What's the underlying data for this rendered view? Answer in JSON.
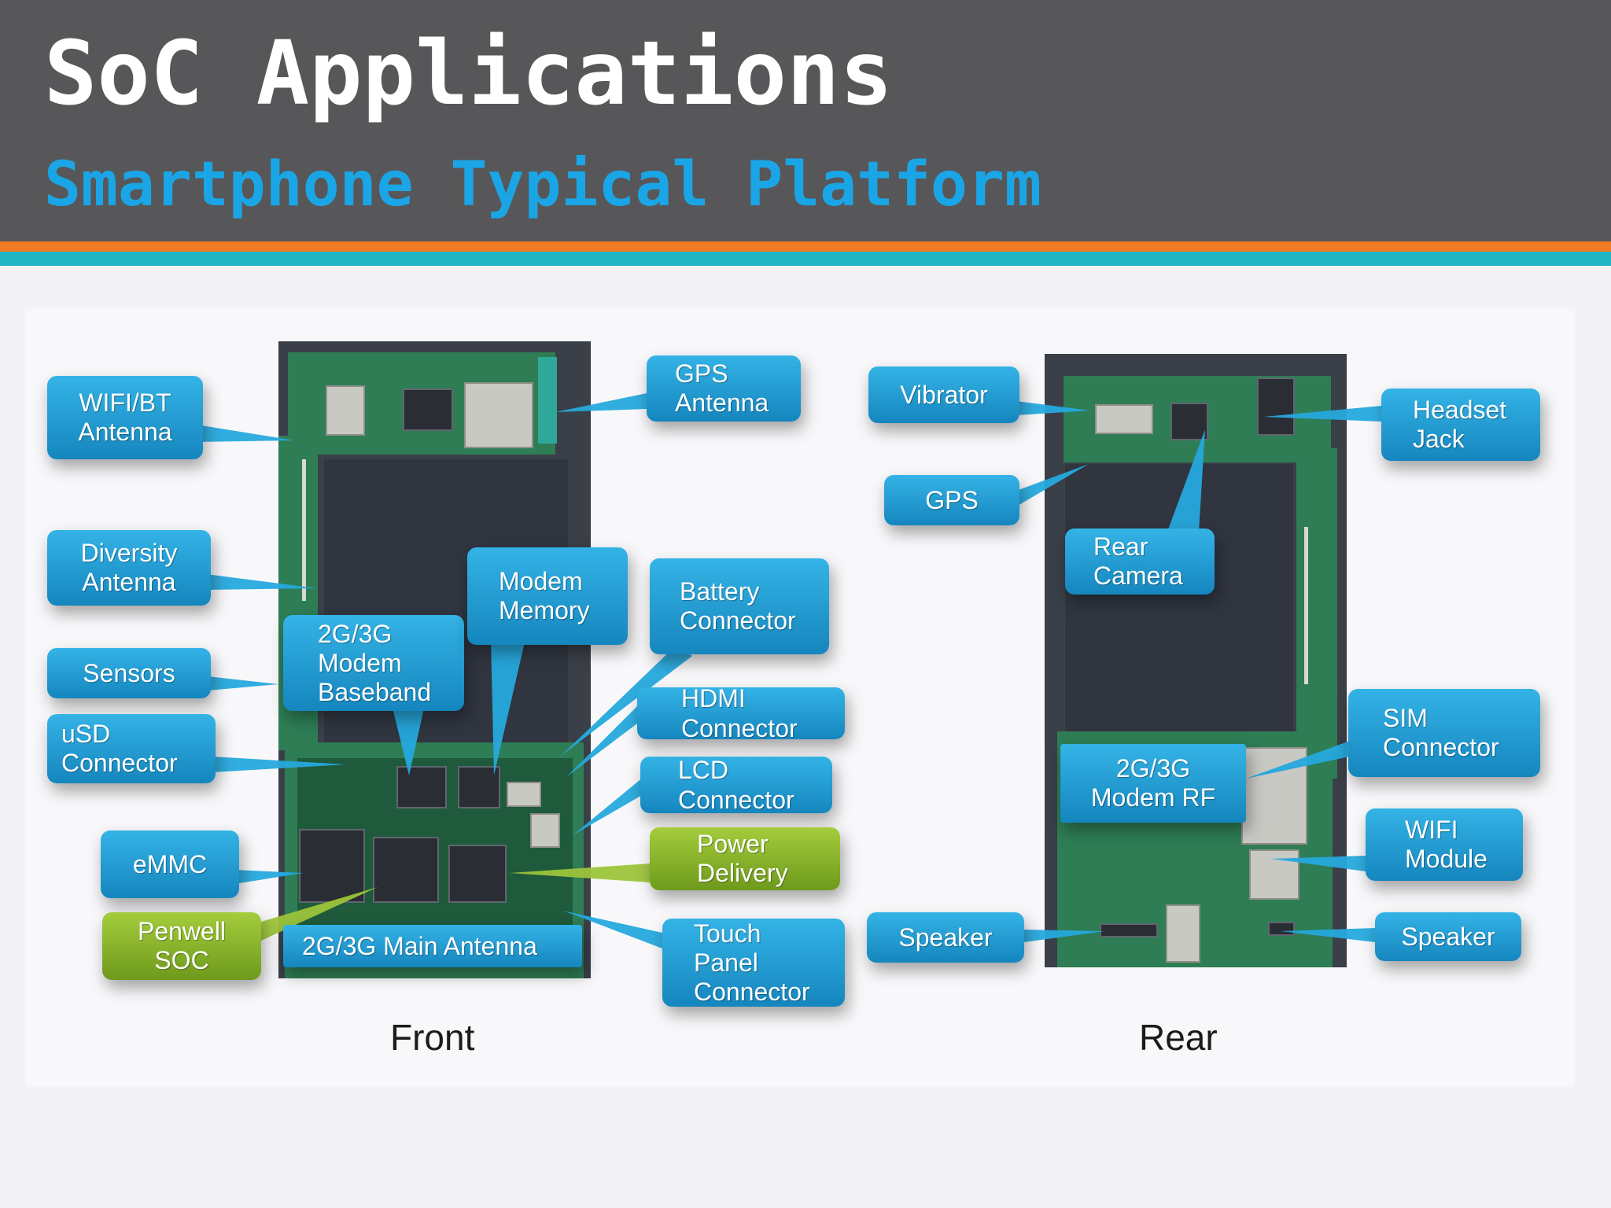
{
  "slide": {
    "title": "SoC Applications",
    "subtitle": "Smartphone Typical Platform"
  },
  "colors": {
    "header_bg": "#575759",
    "title": "#ffffff",
    "subtitle": "#1aa6e6",
    "stripe_orange": "#f07b22",
    "stripe_teal": "#23b7c6",
    "callout_blue": "#1f9fd6",
    "callout_green": "#8bb52b"
  },
  "front": {
    "caption": "Front",
    "labels": {
      "wifi_bt_antenna": "WIFI/BT\nAntenna",
      "diversity_antenna": "Diversity\nAntenna",
      "sensors": "Sensors",
      "usd_connector": "uSD\nConnector",
      "emmc": "eMMC",
      "penwell_soc": "Penwell\nSOC",
      "modem_baseband": "2G/3G\nModem\nBaseband",
      "modem_memory": "Modem\nMemory",
      "main_antenna": "2G/3G Main Antenna",
      "gps_antenna": "GPS\nAntenna",
      "battery_connector": "Battery\nConnector",
      "hdmi_connector": "HDMI\nConnector",
      "lcd_connector": "LCD\nConnector",
      "power_delivery": "Power\nDelivery",
      "touch_panel_connector": "Touch\nPanel\nConnector"
    }
  },
  "rear": {
    "caption": "Rear",
    "labels": {
      "vibrator": "Vibrator",
      "gps": "GPS",
      "rear_camera": "Rear\nCamera",
      "headset_jack": "Headset\nJack",
      "sim_connector": "SIM\nConnector",
      "modem_rf": "2G/3G\nModem RF",
      "wifi_module": "WIFI\nModule",
      "speaker_left": "Speaker",
      "speaker_right": "Speaker"
    }
  }
}
